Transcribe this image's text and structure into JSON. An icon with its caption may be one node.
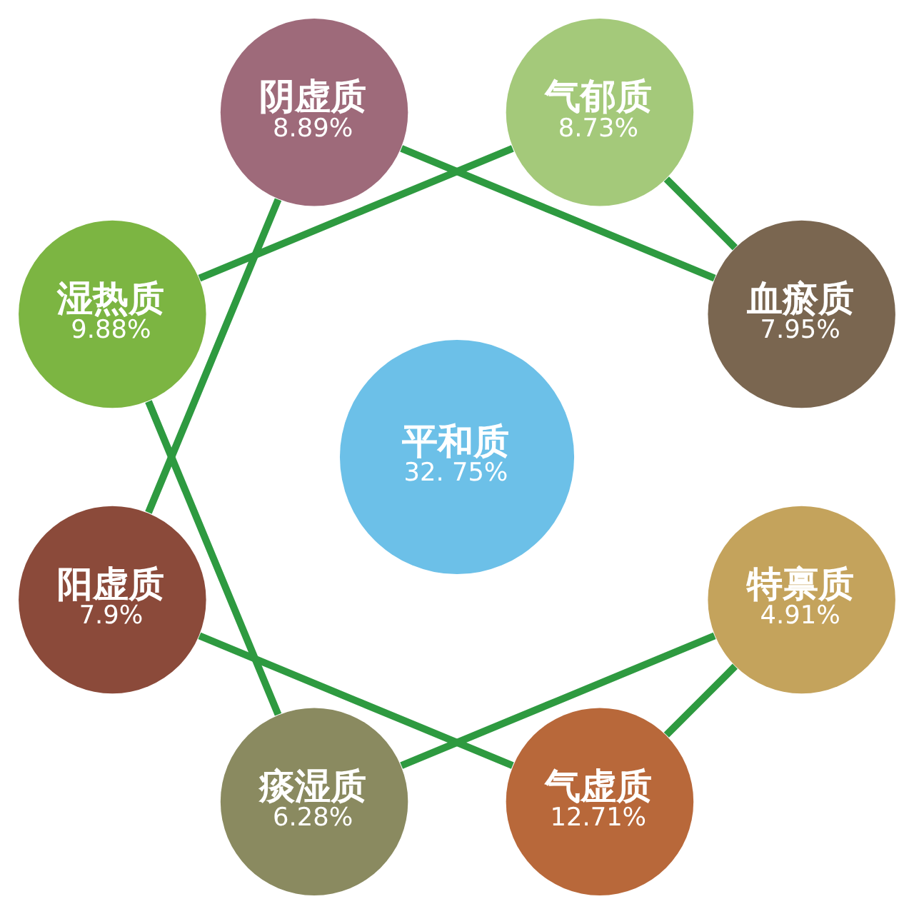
{
  "diagram": {
    "nodes": [
      {
        "text": [
          "血瘀质",
          "7.95%"
        ]
      },
      {
        "text": [
          "气郁质",
          "8.73%"
        ]
      },
      {
        "text": [
          "阴虚质",
          "8.89%"
        ]
      },
      {
        "text": [
          "湿热质",
          "9.88%"
        ]
      },
      {
        "text": [
          "平和质",
          "32. 75%"
        ]
      },
      {
        "text": [
          "阳虚质",
          "7.9%"
        ]
      },
      {
        "text": [
          "痰湿质",
          "6.28%"
        ]
      },
      {
        "text": [
          "气虚质",
          "12.71%"
        ]
      },
      {
        "text": [
          "特禀质",
          "4.91%"
        ]
      }
    ],
    "edges": [
      {
        "from": 0,
        "to": 2,
        "arrow": "none"
      },
      {
        "from": 2,
        "to": 5,
        "arrow": "none"
      },
      {
        "from": 5,
        "to": 7,
        "arrow": "none"
      },
      {
        "from": 7,
        "to": 8,
        "arrow": "none"
      },
      {
        "from": 8,
        "to": 6,
        "arrow": "none"
      },
      {
        "from": 6,
        "to": 3,
        "arrow": "none"
      },
      {
        "from": 3,
        "to": 1,
        "arrow": "none"
      },
      {
        "from": 1,
        "to": 0,
        "arrow": "none"
      }
    ]
  }
}
